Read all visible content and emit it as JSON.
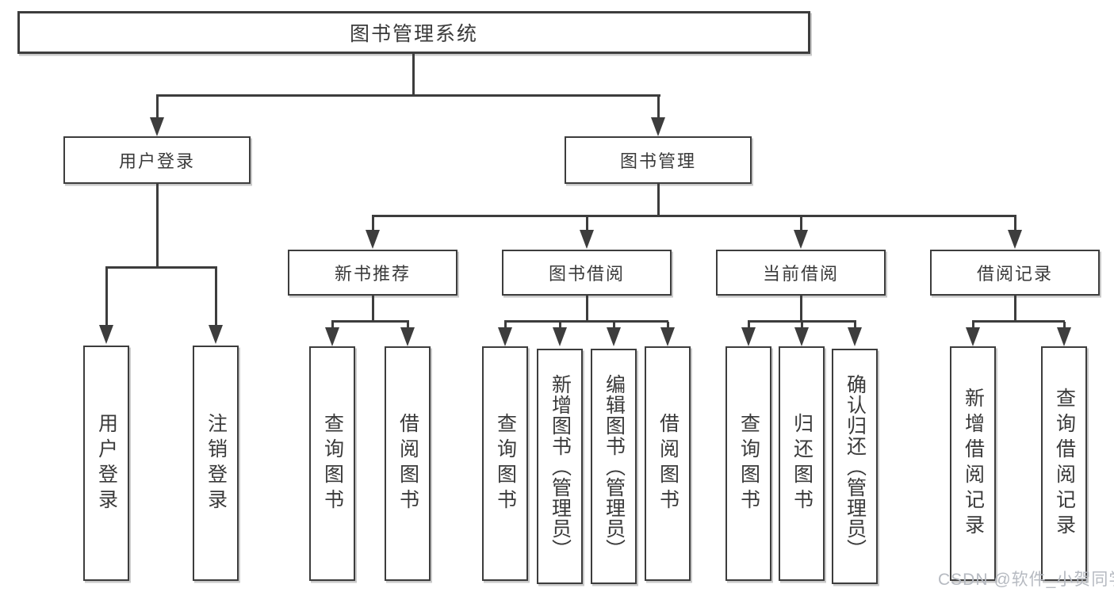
{
  "title": "图书管理系统",
  "tree": {
    "root": {
      "label": "图书管理系统"
    },
    "branches": [
      {
        "label": "用户登录",
        "children": [
          {
            "label": "用户登录"
          },
          {
            "label": "注销登录"
          }
        ]
      },
      {
        "label": "图书管理",
        "children": [
          {
            "label": "新书推荐",
            "children": [
              {
                "label": "查询图书"
              },
              {
                "label": "借阅图书"
              }
            ]
          },
          {
            "label": "图书借阅",
            "children": [
              {
                "label": "查询图书"
              },
              {
                "label": "新增图书（管理员）"
              },
              {
                "label": "编辑图书（管理员）"
              },
              {
                "label": "借阅图书"
              }
            ]
          },
          {
            "label": "当前借阅",
            "children": [
              {
                "label": "查询图书"
              },
              {
                "label": "归还图书"
              },
              {
                "label": "确认归还（管理员）"
              }
            ]
          },
          {
            "label": "借阅记录",
            "children": [
              {
                "label": "新增借阅记录"
              },
              {
                "label": "查询借阅记录"
              }
            ]
          }
        ]
      }
    ]
  },
  "watermark": "CSDN @软件_小贺同学",
  "colors": {
    "line": "#3d3d3d",
    "text": "#3a3a3a",
    "box_background": "#ffffff",
    "watermark": "#b6bac1"
  }
}
